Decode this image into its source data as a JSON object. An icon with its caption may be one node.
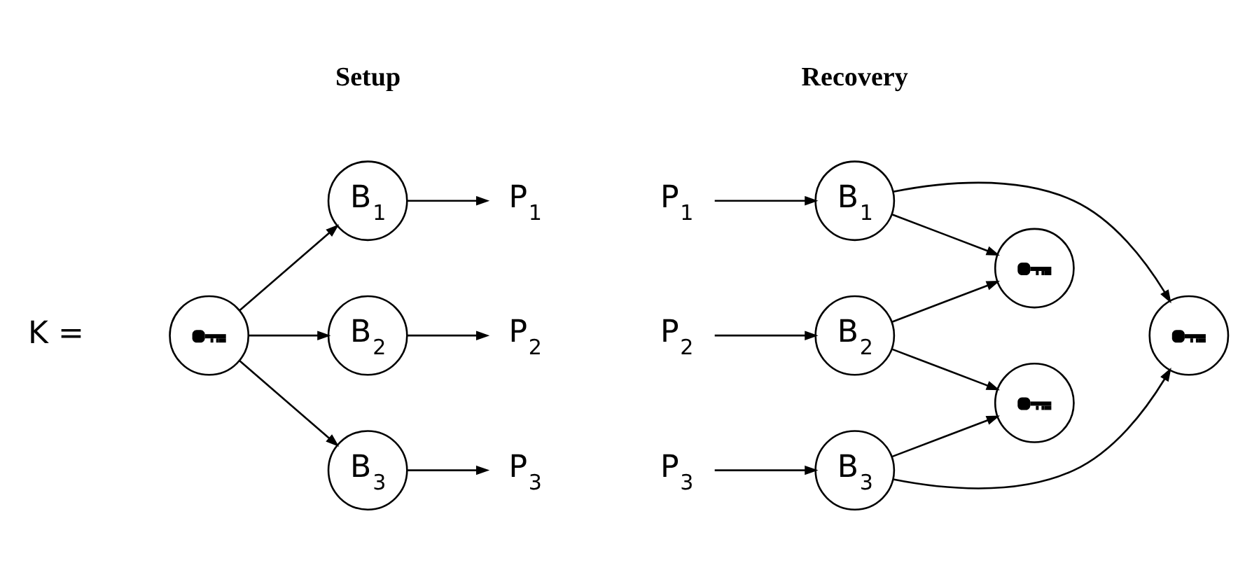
{
  "diagram": {
    "nodes": [
      {
        "text": [],
        "shape": "circle",
        "beside": [
          "K ="
        ]
      },
      {
        "text": [
          "B$_{1}$"
        ]
      },
      {
        "text": [
          "B$_{2}$"
        ]
      },
      {
        "text": [
          "B$_{3}$"
        ]
      },
      {
        "text": [
          "P$_{1}$"
        ]
      },
      {
        "text": [
          "P$_{2}$"
        ]
      },
      {
        "text": [
          "P$_{3}$"
        ]
      },
      {
        "text": [
          "P$_{1}$"
        ]
      },
      {
        "text": [
          "P$_{2}$"
        ]
      },
      {
        "text": [
          "P$_{3}$"
        ]
      },
      {
        "text": [
          "B$_{1}$"
        ]
      },
      {
        "text": [
          "B$_{2}$"
        ]
      },
      {
        "text": [
          "B$_{3}$"
        ]
      },
      {
        "text": [],
        "shape": "circle"
      },
      {
        "text": [],
        "shape": "circle"
      },
      {
        "text": [],
        "shape": "circle"
      }
    ],
    "edges": [
      {
        "from": 0,
        "to": 1,
        "arrow": "to"
      },
      {
        "from": 0,
        "to": 2,
        "arrow": "to"
      },
      {
        "from": 0,
        "to": 3,
        "arrow": "to"
      },
      {
        "from": 1,
        "to": 4,
        "arrow": "to"
      },
      {
        "from": 2,
        "to": 5,
        "arrow": "to"
      },
      {
        "from": 3,
        "to": 6,
        "arrow": "to"
      },
      {
        "from": 7,
        "to": 10,
        "arrow": "to"
      },
      {
        "from": 8,
        "to": 11,
        "arrow": "to"
      },
      {
        "from": 9,
        "to": 12,
        "arrow": "to"
      },
      {
        "from": 10,
        "to": 13,
        "arrow": "to"
      },
      {
        "from": 11,
        "to": 13,
        "arrow": "to"
      },
      {
        "from": 11,
        "to": 14,
        "arrow": "to"
      },
      {
        "from": 12,
        "to": 14,
        "arrow": "to"
      },
      {
        "from": 10,
        "to": 15,
        "arrow": "to"
      },
      {
        "from": 12,
        "to": 15,
        "arrow": "to"
      }
    ],
    "labels": [
      "Setup",
      "Recovery"
    ]
  }
}
